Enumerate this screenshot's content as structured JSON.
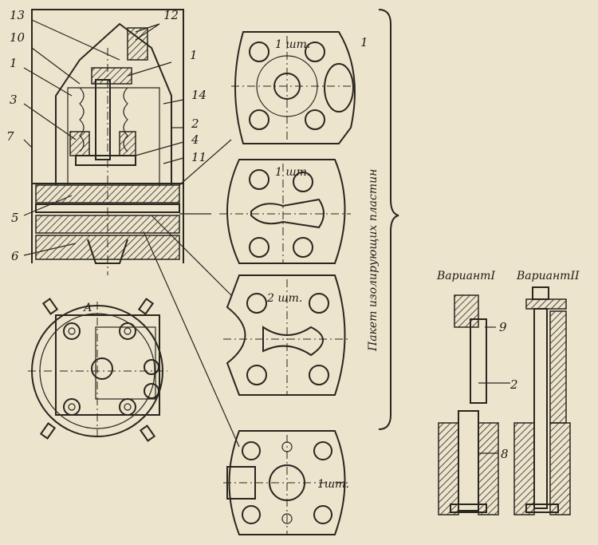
{
  "part_numbers": {
    "n13": "13",
    "n12": "12",
    "n10": "10",
    "n1a": "1",
    "n1b": "1",
    "n3": "3",
    "n14": "14",
    "n2": "2",
    "n7": "7",
    "n4": "4",
    "n11": "11",
    "n5": "5",
    "n6": "6",
    "n9": "9",
    "n2b": "2",
    "n8": "8"
  },
  "plates": {
    "p1_qty": "1 шт.",
    "p2_qty": "1 шт.",
    "p3_qty": "2 шт.",
    "p4_qty": "1шт.",
    "group_index": "1",
    "package_caption": "Пакет изолирующих пластин"
  },
  "bottom_view": {
    "mark_a": "А"
  },
  "variants": {
    "v1": "ВариантI",
    "v2": "ВариантII"
  }
}
